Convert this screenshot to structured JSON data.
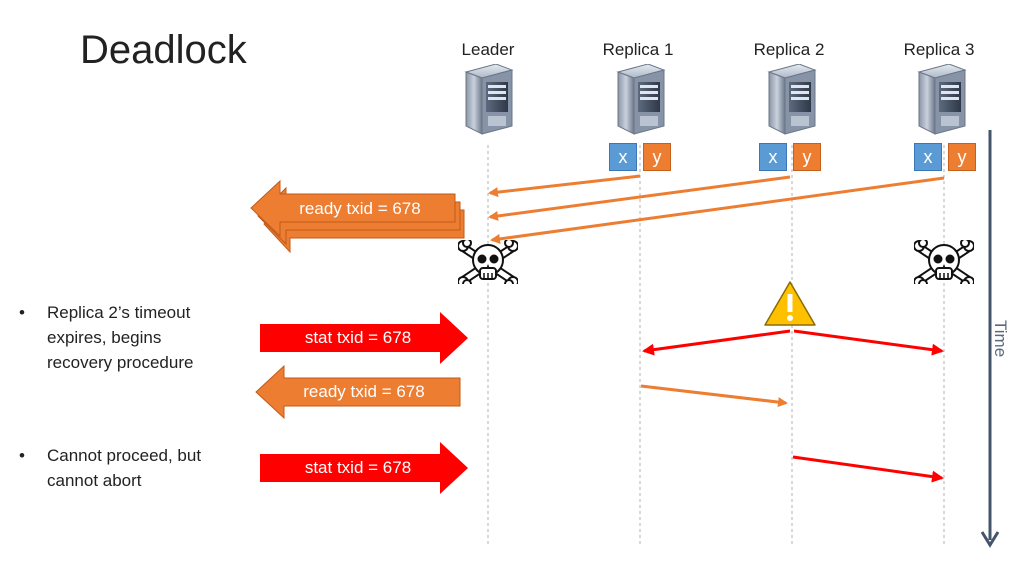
{
  "slide": {
    "title": "Deadlock"
  },
  "nodes": [
    {
      "label": "Leader"
    },
    {
      "label": "Replica 1"
    },
    {
      "label": "Replica 2"
    },
    {
      "label": "Replica 3"
    }
  ],
  "chips": {
    "x": "x",
    "y": "y"
  },
  "messages": {
    "ready_stack": "ready txid = 678",
    "stat_1": "stat txid = 678",
    "ready_2": "ready txid = 678",
    "stat_2": "stat txid = 678"
  },
  "bullets": [
    "Replica 2’s timeout expires, begins recovery procedure",
    "Cannot proceed, but cannot abort"
  ],
  "timeline": {
    "label": "Time"
  },
  "colors": {
    "orange": "#ed7d31",
    "red": "#ff0000",
    "blue": "#5b9bd5",
    "warning": "#ffc000",
    "axis": "#44546a"
  },
  "icons": {
    "server": "server-icon",
    "crash": "skull-crossbones-icon",
    "warning": "warning-icon"
  }
}
